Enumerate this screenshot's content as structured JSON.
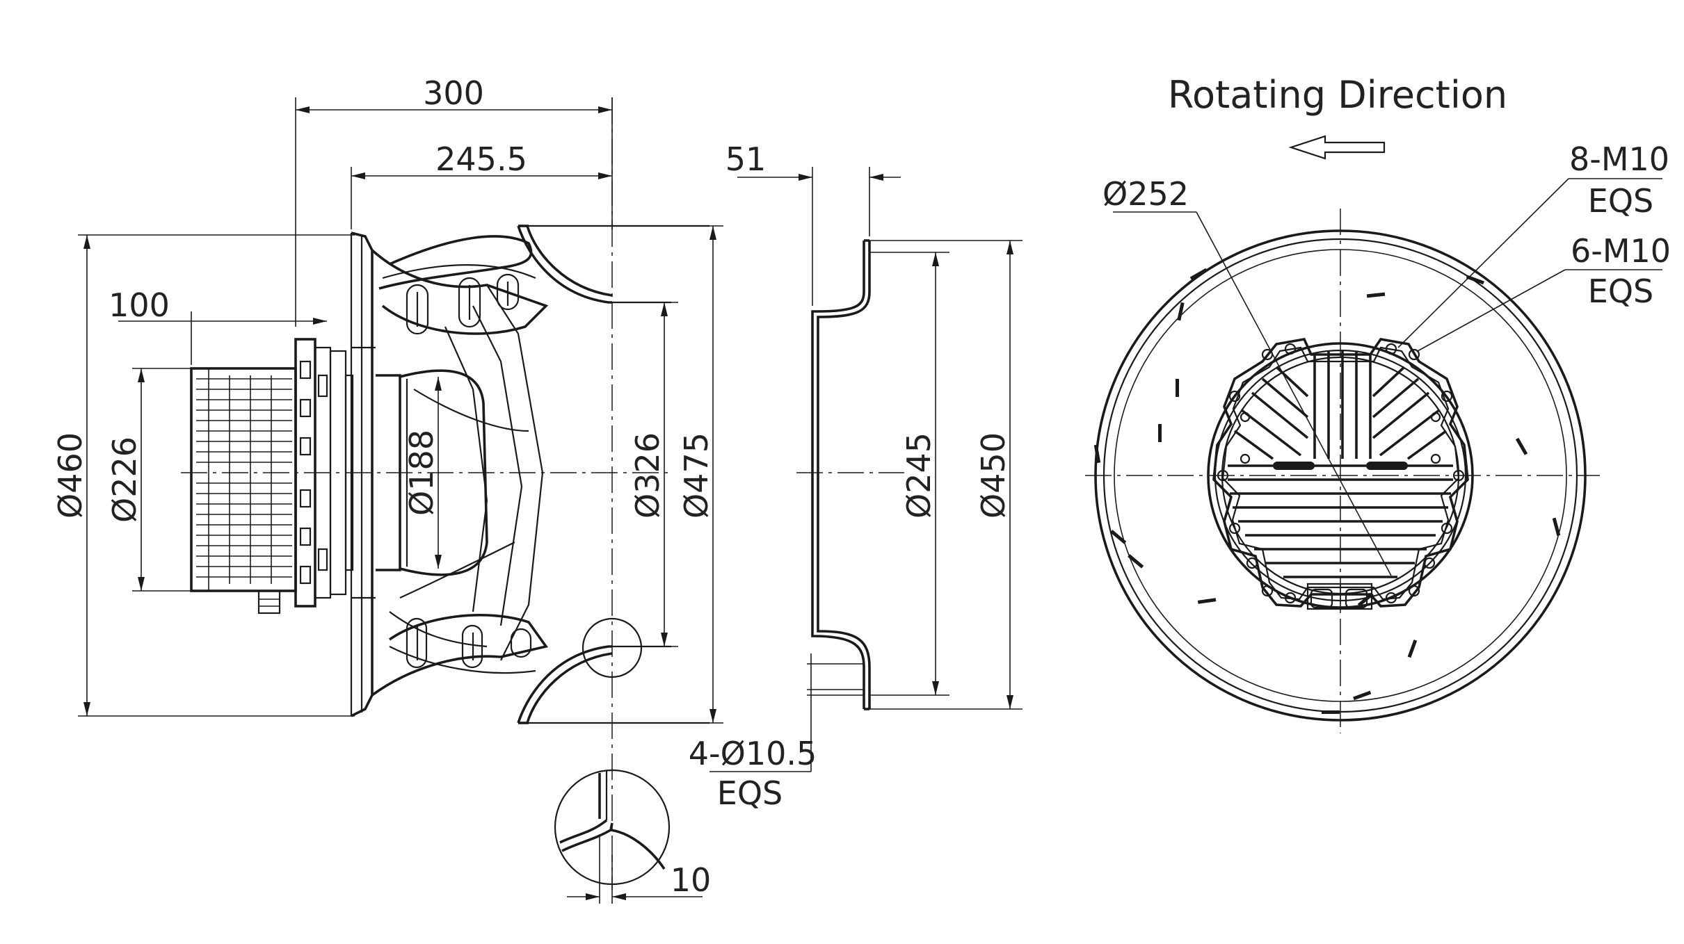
{
  "side_view": {
    "dim_300": "300",
    "dim_245_5": "245.5",
    "dim_100": "100",
    "dia_460": "Ø460",
    "dia_226": "Ø226",
    "dia_188": "Ø188",
    "dia_326": "Ø326",
    "dia_475": "Ø475",
    "detail_10": "10"
  },
  "inlet_ring": {
    "dim_51": "51",
    "dia_245": "Ø245",
    "dia_450": "Ø450",
    "holes_line1": "4-Ø10.5",
    "holes_line2": "EQS"
  },
  "front_view": {
    "rotating_direction": "Rotating Direction",
    "dia_252": "Ø252",
    "m10_8_line1": "8-M10",
    "m10_8_line2": "EQS",
    "m10_6_line1": "6-M10",
    "m10_6_line2": "EQS"
  }
}
